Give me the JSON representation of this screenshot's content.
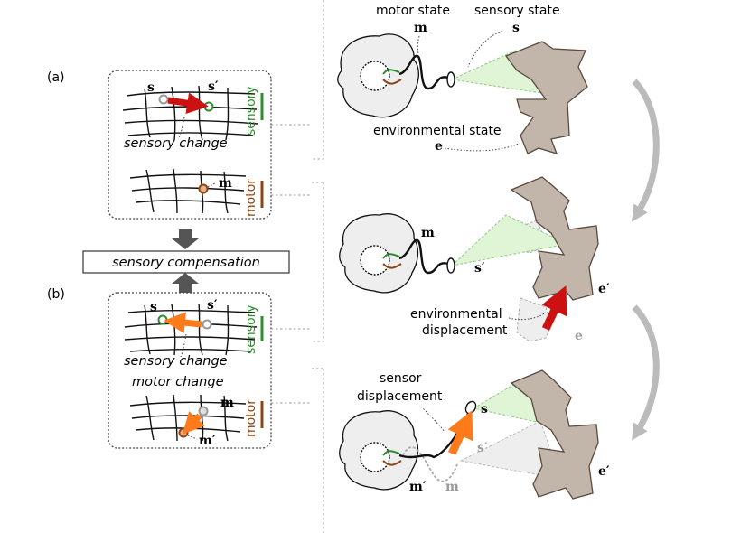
{
  "panel_a": {
    "tag": "(a)",
    "sensory_box_label": "sensory",
    "motor_box_label": "motor",
    "s_symbol": "s",
    "s_prime_symbol": "s′",
    "m_symbol": "m",
    "change_caption": "sensory change"
  },
  "compensation_label": "sensory compensation",
  "panel_b": {
    "tag": "(b)",
    "sensory_box_label": "sensory",
    "motor_box_label": "motor",
    "s_symbol": "s",
    "s_prime_symbol": "s′",
    "m_symbol": "m",
    "m_prime_symbol": "m′",
    "sensory_caption": "sensory change",
    "motor_caption": "motor change"
  },
  "scene_top": {
    "motor_state_label": "motor state",
    "motor_state_symbol": "m",
    "sensory_state_label": "sensory state",
    "sensory_state_symbol": "s",
    "environmental_state_label": "environmental state",
    "environmental_state_symbol": "e"
  },
  "scene_middle": {
    "m_symbol": "m",
    "s_prime_symbol": "s′",
    "e_prime_symbol": "e′",
    "e_symbol": "e",
    "displacement_line1": "environmental",
    "displacement_line2": "displacement"
  },
  "scene_bottom": {
    "displacement_line1": "sensor",
    "displacement_line2": "displacement",
    "s_symbol": "s",
    "s_prime_symbol": "s′",
    "e_prime_symbol": "e′",
    "m_prime_symbol": "m′",
    "m_symbol": "m"
  },
  "colors": {
    "sensory_green": "#2e8b2e",
    "motor_brown": "#8b4513",
    "arrow_red": "#cc1111",
    "arrow_orange": "#ff7a1a",
    "object_fill": "#c2b5aa",
    "cone_fill": "#dff5d6",
    "gray_arrow": "#bbbbbb"
  }
}
